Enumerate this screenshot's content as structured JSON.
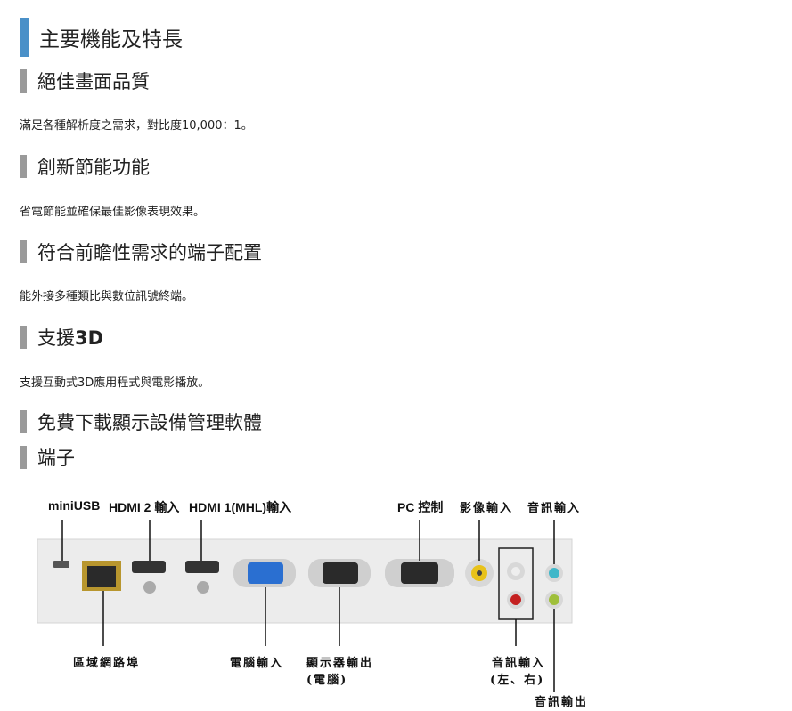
{
  "main_title": "主要機能及特長",
  "sections": [
    {
      "heading": "絕佳畫面品質",
      "desc": "滿足各種解析度之需求，對比度10,000：1。"
    },
    {
      "heading": "創新節能功能",
      "desc": "省電節能並確保最佳影像表現效果。"
    },
    {
      "heading": "符合前瞻性需求的端子配置",
      "desc": "能外接多種類比與數位訊號終端。"
    },
    {
      "heading": "支援",
      "heading_bold": "3D",
      "desc": "支援互動式3D應用程式與電影播放。"
    },
    {
      "heading": "免費下載顯示設備管理軟體"
    },
    {
      "heading": "端子"
    }
  ],
  "ports": {
    "top_labels": {
      "miniusb": "miniUSB",
      "hdmi2": "HDMI 2 輸入",
      "hdmi1": "HDMI 1(MHL)輸入",
      "pc_control": "PC 控制",
      "video_in": "影像輸入",
      "audio_in_top": "音訊輸入"
    },
    "bottom_labels": {
      "lan": "區域網路埠",
      "computer_in": "電腦輸入",
      "monitor_out_1": "顯示器輸出",
      "monitor_out_2": "(電腦)",
      "audio_in_lr_1": "音訊輸入",
      "audio_in_lr_2": "(左、右)",
      "audio_out": "音訊輸出"
    },
    "colors": {
      "panel": "#ececec",
      "vga_blue": "#2a6fd1",
      "video_yellow": "#e8c21a",
      "audio_red": "#c42020",
      "audio_teal": "#3fb7c9",
      "audio_green": "#9fbf3a"
    }
  }
}
